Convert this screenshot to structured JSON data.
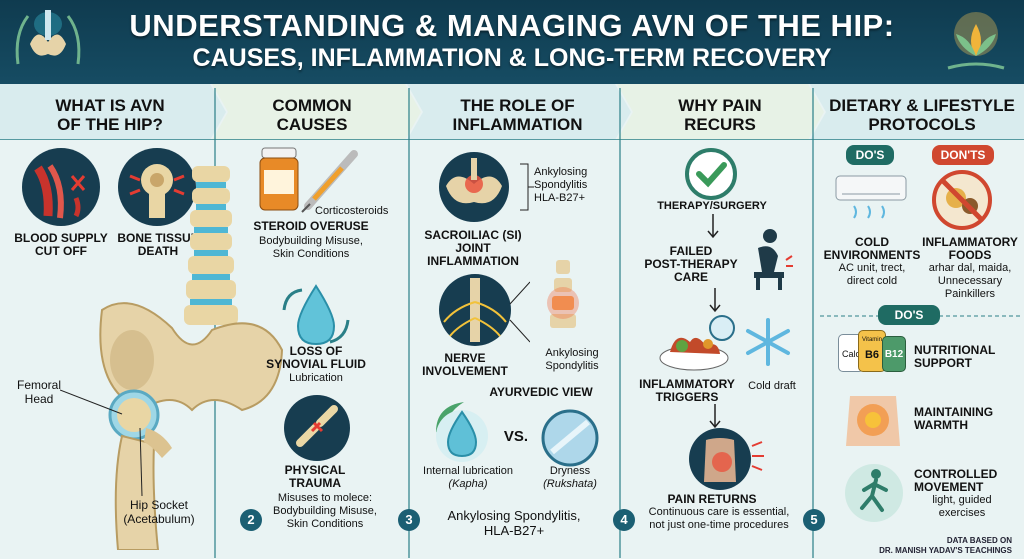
{
  "title": {
    "line1": "UNDERSTANDING & MANAGING AVN OF THE HIP:",
    "line2": "CAUSES, INFLAMMATION & LONG-TERM RECOVERY"
  },
  "colors": {
    "header": "#0f3b4f",
    "accent": "#2a7f87",
    "dos": "#1f6b63",
    "donts": "#d0472f",
    "hip": "#e6d3a8"
  },
  "sections": {
    "s1": {
      "heading": "WHAT IS AVN\nOF THE HIP?",
      "blood": "BLOOD SUPPLY\nCUT OFF",
      "bone": "BONE TISSUE\nDEATH",
      "femoral": "Femoral\nHead",
      "socket": "Hip Socket\n(Acetabulum)"
    },
    "s2": {
      "heading": "COMMON\nCAUSES",
      "number": "2",
      "cortico": "Corticosteroids",
      "steroid": "STEROID OVERUSE",
      "steroid_sub": "Bodybuilding Misuse,\nSkin Conditions",
      "fluid": "LOSS OF\nSYNOVIAL FLUID",
      "fluid_sub": "Lubrication",
      "trauma": "PHYSICAL\nTRAUMA",
      "trauma_sub": "Misuses to molece:\nBodybuilding Misuse,\nSkin Conditions"
    },
    "s3": {
      "heading": "THE ROLE OF\nINFLAMMATION",
      "number": "3",
      "ank1": "Ankylosing\nSpondylitis\nHLA-B27+",
      "si": "SACROILIAC (SI)\nJOINT\nINFLAMMATION",
      "nerve": "NERVE\nINVOLVEMENT",
      "ank2": "Ankylosing\nSpondylitis",
      "ayur": "AYURVEDIC VIEW",
      "vs": "VS.",
      "internal": "Internal lubrication",
      "kapha": "(Kapha)",
      "dryness": "Dryness",
      "rukshata": "(Rukshata)",
      "bottom": "Ankylosing Spondylitis,\nHLA-B27+"
    },
    "s4": {
      "heading": "WHY PAIN\nRECURS",
      "number": "4",
      "therapy": "THERAPY/SURGERY",
      "failed": "FAILED\nPOST-THERAPY\nCARE",
      "triggers": "INFLAMMATORY\nTRIGGERS",
      "cold": "Cold draft",
      "returns": "PAIN RETURNS",
      "returns_sub": "Continuous care is essential,\nnot just one-time procedures"
    },
    "s5": {
      "heading": "DIETARY & LIFESTYLE\nPROTOCOLS",
      "number": "5",
      "dos": "DO'S",
      "donts": "DON'TS",
      "cold_env": "COLD\nENVIRONMENTS",
      "cold_env_sub": "AC unit, trect,\ndirect cold",
      "foods": "INFLAMMATORY\nFOODS",
      "foods_sub": "arhar dal, maida,\nUnnecessary\nPainkillers",
      "dos2": "DO'S",
      "calc": "Calc",
      "vit": "Vitamin",
      "b6": "B6",
      "b12": "B12",
      "nutrition": "NUTRITIONAL\nSUPPORT",
      "warmth": "MAINTAINING\nWARMTH",
      "movement": "CONTROLLED\nMOVEMENT",
      "movement_sub": "light, guided\nexercises"
    }
  },
  "footer": "DATA BASED ON\nDR. MANISH YADAV'S TEACHINGS"
}
